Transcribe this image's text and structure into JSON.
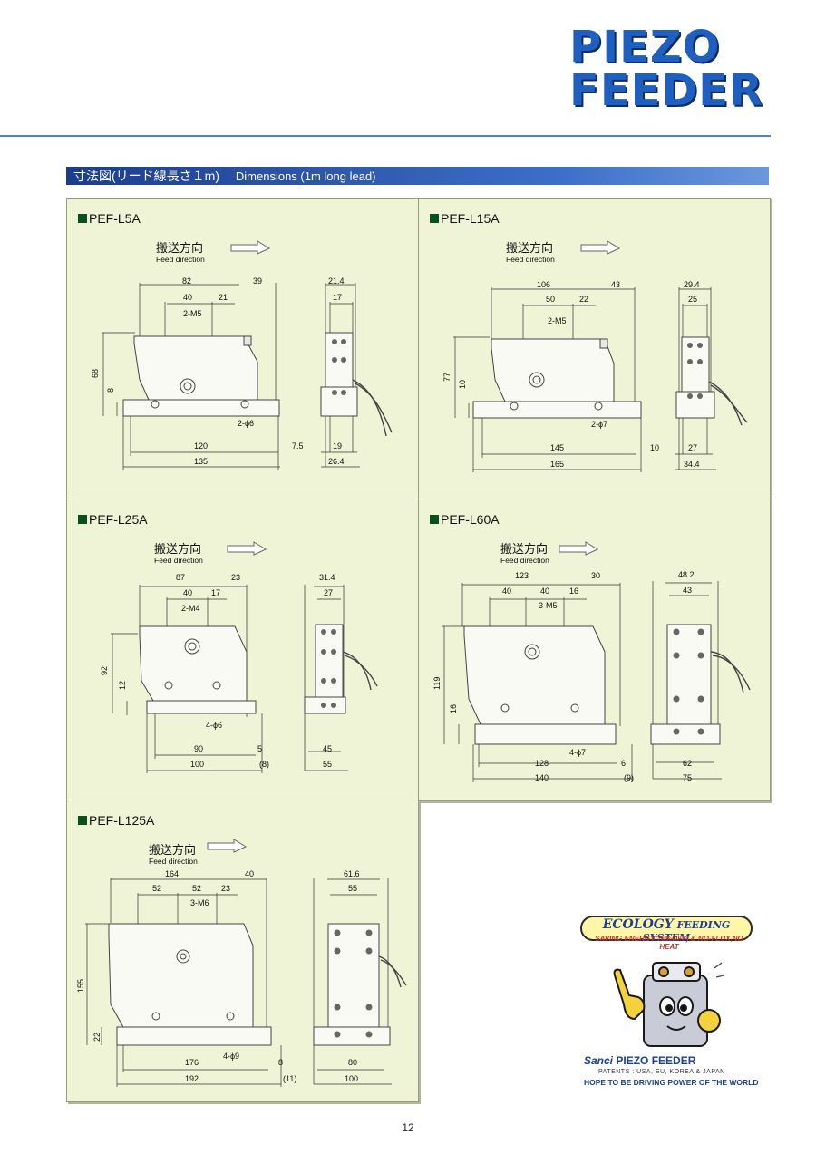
{
  "brand": {
    "line1": "PIEZO",
    "line2": "FEEDER",
    "color": "#1f5fc0"
  },
  "section": {
    "title_jp": "寸法図(リード線長さ１m)",
    "title_en": "Dimensions (1m long lead)"
  },
  "feed_label_jp": "搬送方向",
  "feed_label_en": "Feed direction",
  "panels": {
    "l5a": {
      "title": "PEF-L5A",
      "dims": {
        "top_a": "82",
        "top_b": "39",
        "mid_a": "40",
        "mid_b": "21",
        "screw": "2-M5",
        "height": "68",
        "base_h": "8",
        "holes": "2-ϕ6",
        "bot_a": "120",
        "bot_b": "7.5",
        "bot_total": "135",
        "side_top": "21.4",
        "side_mid": "17",
        "side_bot": "19",
        "side_total": "26.4"
      }
    },
    "l15a": {
      "title": "PEF-L15A",
      "dims": {
        "top_a": "106",
        "top_b": "43",
        "mid_a": "50",
        "mid_b": "22",
        "screw": "2-M5",
        "height": "77",
        "base_h": "10",
        "holes": "2-ϕ7",
        "bot_a": "145",
        "bot_b": "10",
        "bot_total": "165",
        "side_top": "29.4",
        "side_mid": "25",
        "side_bot": "27",
        "side_total": "34.4"
      }
    },
    "l25a": {
      "title": "PEF-L25A",
      "dims": {
        "top_a": "87",
        "top_b": "23",
        "mid_a": "40",
        "mid_b": "17",
        "screw": "2-M4",
        "height": "92",
        "base_h": "12",
        "holes": "4-ϕ6",
        "bot_a": "90",
        "bot_b": "5",
        "bot_total": "100",
        "bot_paren": "(8)",
        "side_top": "31.4",
        "side_mid": "27",
        "side_bot": "45",
        "side_total": "55"
      }
    },
    "l60a": {
      "title": "PEF-L60A",
      "dims": {
        "top_a": "123",
        "top_b": "30",
        "mid_a": "40",
        "mid_b": "40",
        "mid_c": "16",
        "screw": "3-M5",
        "height": "119",
        "base_h": "16",
        "holes": "4-ϕ7",
        "bot_a": "128",
        "bot_b": "6",
        "bot_total": "140",
        "bot_paren": "(9)",
        "side_top": "48.2",
        "side_mid": "43",
        "side_bot": "62",
        "side_total": "75"
      }
    },
    "l125a": {
      "title": "PEF-L125A",
      "dims": {
        "top_a": "164",
        "top_b": "40",
        "mid_a": "52",
        "mid_b": "52",
        "mid_c": "23",
        "screw": "3-M6",
        "height": "155",
        "base_h": "22",
        "holes": "4-ϕ9",
        "bot_a": "176",
        "bot_b": "8",
        "bot_total": "192",
        "bot_paren": "(11)",
        "side_top": "61.6",
        "side_mid": "55",
        "side_bot": "80",
        "side_total": "100"
      }
    }
  },
  "eco": {
    "title_big": "ECOLOGY",
    "title_rest": "FEEDING SYSTEM",
    "subtitle": "SAVING ENERGY(70%OFF) & NO-FLUX,NO HEAT",
    "logo_mark": "Sanci",
    "logo_text": "PIEZO FEEDER",
    "patents": "PATENTS : USA, EU, KOREA & JAPAN",
    "slogan": "HOPE TO BE DRIVING POWER OF THE WORLD"
  },
  "page_number": "12"
}
